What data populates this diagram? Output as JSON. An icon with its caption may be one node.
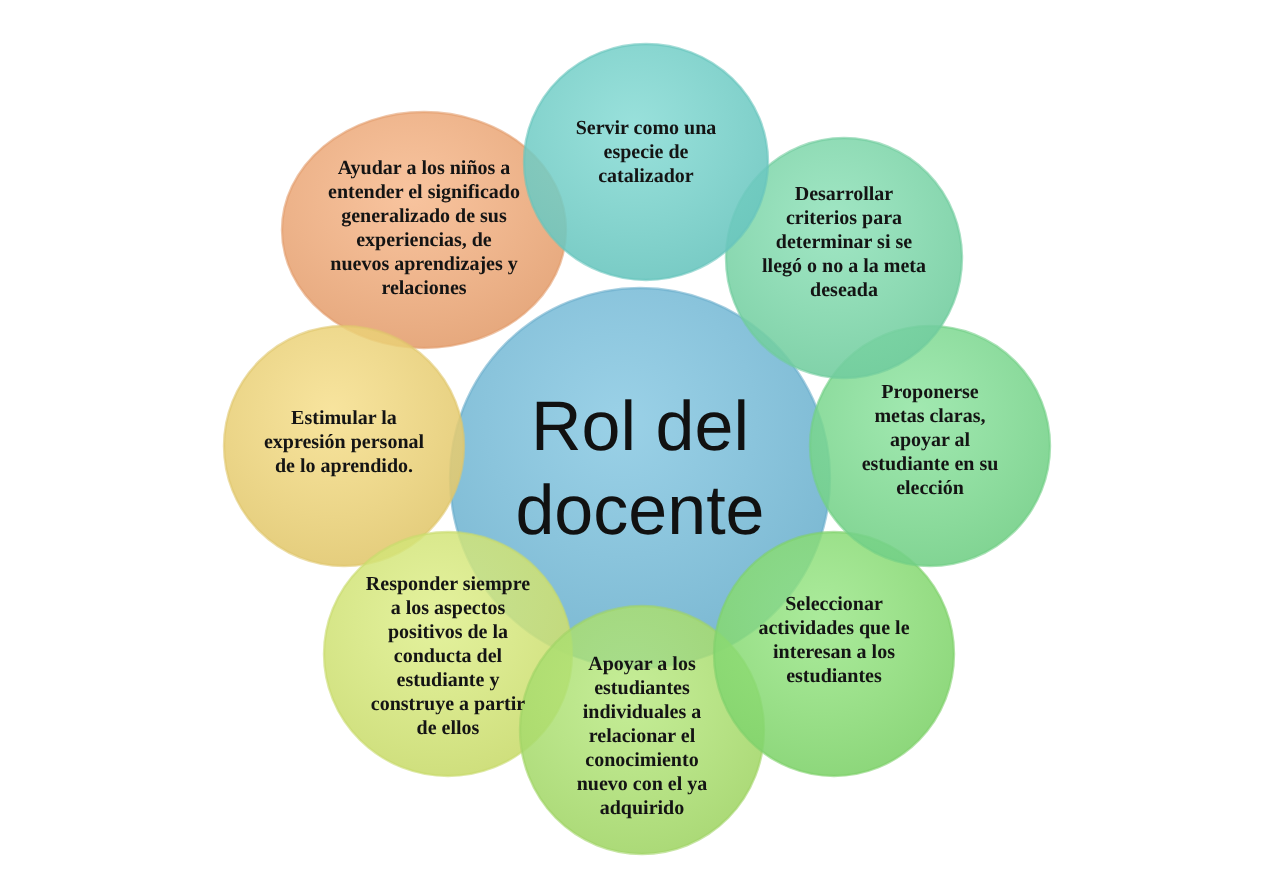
{
  "diagram": {
    "nodes": [
      {
        "text": [
          "Rol del docente"
        ]
      },
      {
        "text": [
          "Servir como una especie de catalizador"
        ]
      },
      {
        "text": [
          "Desarrollar criterios para determinar si se llegó o no a la meta deseada"
        ]
      },
      {
        "text": [
          "Proponerse metas claras, apoyar al estudiante en su elección"
        ]
      },
      {
        "text": [
          "Seleccionar actividades que le interesan a los estudiantes"
        ]
      },
      {
        "text": [
          "Apoyar a los estudiantes individuales a relacionar el conocimiento nuevo con el ya adquirido"
        ]
      },
      {
        "text": [
          "Responder siempre a los aspectos positivos de la conducta del estudiante y construye a partir de ellos"
        ]
      },
      {
        "text": [
          "Estimular la expresión personal de lo aprendido."
        ]
      },
      {
        "text": [
          "Ayudar a los niños a entender el significado generalizado de sus experiencias, de nuevos aprendizajes y relaciones"
        ]
      }
    ]
  }
}
